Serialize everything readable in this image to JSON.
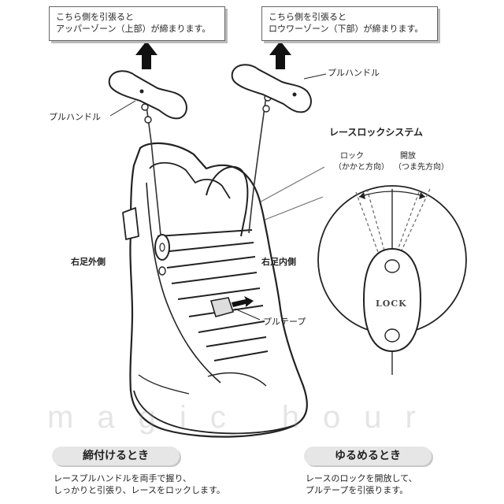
{
  "callouts": {
    "upper_line1": "こちら側を引張ると",
    "upper_line2": "アッパーゾーン（上部）が締まります。",
    "lower_line1": "こちら側を引張ると",
    "lower_line2": "ロウワーゾーン（下部）が締まります。"
  },
  "labels": {
    "pull_handle_left": "プルハンドル",
    "pull_handle_right": "プルハンドル",
    "outer_side": "右足外側",
    "inner_side": "右足内側",
    "pull_tape": "プルテープ"
  },
  "lace_lock": {
    "title": "レースロックシステム",
    "lock_line1": "ロック",
    "lock_line2": "（かかと方向）",
    "open_line1": "開放",
    "open_line2": "（つま先方向）",
    "device_text": "LOCK"
  },
  "watermark": "magic hour",
  "tighten": {
    "heading": "締付けるとき",
    "line1": "レースプルハンドルを両手で握り、",
    "line2": "しっかりと引張り、レースをロックします。"
  },
  "loosen": {
    "heading": "ゆるめるとき",
    "line1": "レースのロックを開放して、",
    "line2": "プルテープを引張ります。"
  }
}
